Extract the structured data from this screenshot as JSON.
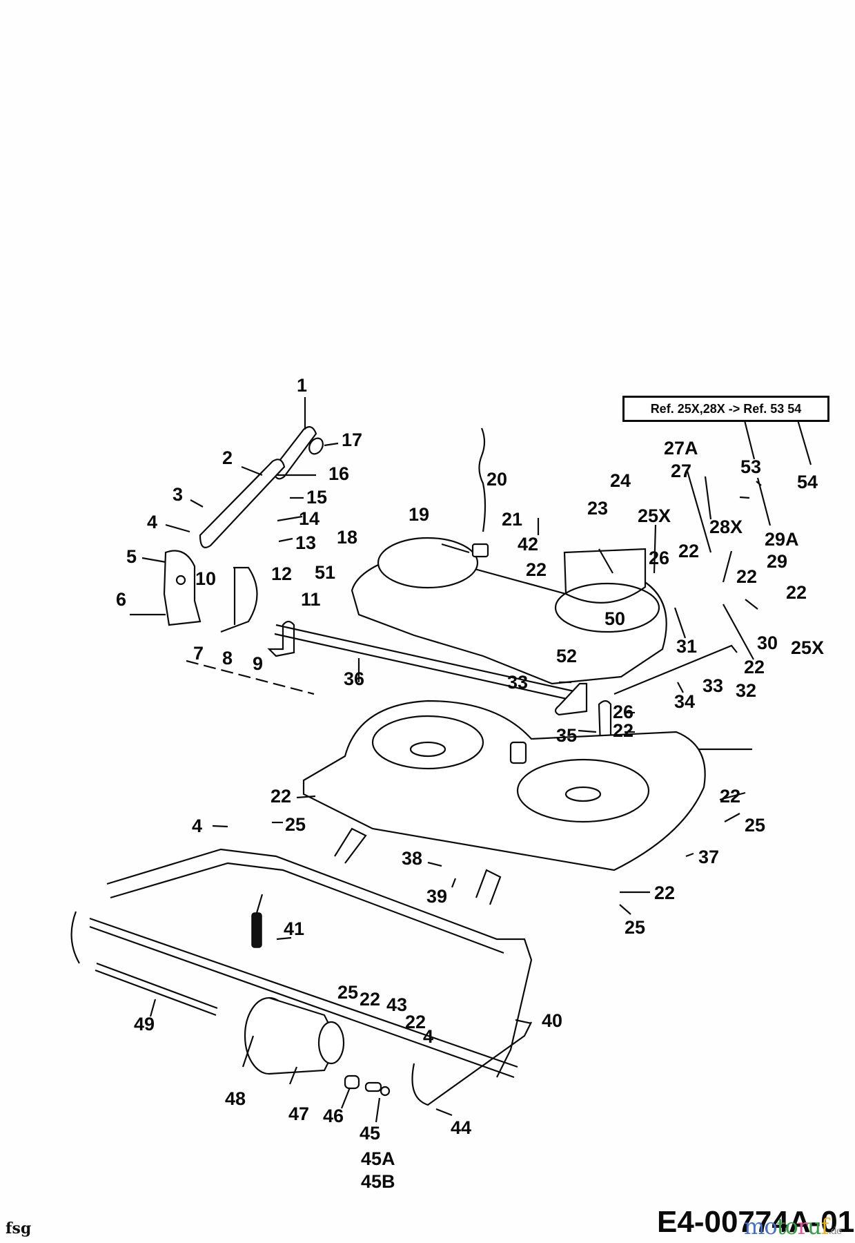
{
  "diagram": {
    "title_code": "E4-00774A-01",
    "author_mark": "fsg",
    "watermark": {
      "letters": [
        {
          "ch": "m",
          "color": "#4a6fc0"
        },
        {
          "ch": "o",
          "color": "#4a6fc0"
        },
        {
          "ch": "t",
          "color": "#3b9a48"
        },
        {
          "ch": "o",
          "color": "#3b9a48"
        },
        {
          "ch": "r",
          "color": "#e05a9a"
        },
        {
          "ch": "u",
          "color": "#3b9a48"
        },
        {
          "ch": "f",
          "color": "#e6b52a"
        }
      ],
      "suffix": ".de"
    },
    "reference_note": "Ref. 25X,28X -> Ref. 53 54",
    "part_labels": [
      {
        "id": "1",
        "text": "1"
      },
      {
        "id": "2",
        "text": "2"
      },
      {
        "id": "3",
        "text": "3"
      },
      {
        "id": "4a",
        "text": "4"
      },
      {
        "id": "5",
        "text": "5"
      },
      {
        "id": "6",
        "text": "6"
      },
      {
        "id": "7",
        "text": "7"
      },
      {
        "id": "8",
        "text": "8"
      },
      {
        "id": "9",
        "text": "9"
      },
      {
        "id": "10",
        "text": "10"
      },
      {
        "id": "11",
        "text": "11"
      },
      {
        "id": "12",
        "text": "12"
      },
      {
        "id": "13",
        "text": "13"
      },
      {
        "id": "14",
        "text": "14"
      },
      {
        "id": "15",
        "text": "15"
      },
      {
        "id": "16",
        "text": "16"
      },
      {
        "id": "17",
        "text": "17"
      },
      {
        "id": "18",
        "text": "18"
      },
      {
        "id": "19",
        "text": "19"
      },
      {
        "id": "20",
        "text": "20"
      },
      {
        "id": "21",
        "text": "21"
      },
      {
        "id": "42",
        "text": "42"
      },
      {
        "id": "22a",
        "text": "22"
      },
      {
        "id": "51",
        "text": "51"
      },
      {
        "id": "23",
        "text": "23"
      },
      {
        "id": "24",
        "text": "24"
      },
      {
        "id": "25Xa",
        "text": "25X"
      },
      {
        "id": "27A",
        "text": "27A"
      },
      {
        "id": "27",
        "text": "27"
      },
      {
        "id": "26a",
        "text": "26"
      },
      {
        "id": "22b",
        "text": "22"
      },
      {
        "id": "28X",
        "text": "28X"
      },
      {
        "id": "29A",
        "text": "29A"
      },
      {
        "id": "29",
        "text": "29"
      },
      {
        "id": "22c",
        "text": "22"
      },
      {
        "id": "22d",
        "text": "22"
      },
      {
        "id": "53",
        "text": "53"
      },
      {
        "id": "54",
        "text": "54"
      },
      {
        "id": "50",
        "text": "50"
      },
      {
        "id": "31",
        "text": "31"
      },
      {
        "id": "30",
        "text": "30"
      },
      {
        "id": "25Xb",
        "text": "25X"
      },
      {
        "id": "22e",
        "text": "22"
      },
      {
        "id": "32",
        "text": "32"
      },
      {
        "id": "33a",
        "text": "33"
      },
      {
        "id": "52",
        "text": "52"
      },
      {
        "id": "36",
        "text": "36"
      },
      {
        "id": "33b",
        "text": "33"
      },
      {
        "id": "34",
        "text": "34"
      },
      {
        "id": "26b",
        "text": "26"
      },
      {
        "id": "35",
        "text": "35"
      },
      {
        "id": "22f",
        "text": "22"
      },
      {
        "id": "22g",
        "text": "22"
      },
      {
        "id": "4b",
        "text": "4"
      },
      {
        "id": "25a",
        "text": "25"
      },
      {
        "id": "22h",
        "text": "22"
      },
      {
        "id": "25b",
        "text": "25"
      },
      {
        "id": "37",
        "text": "37"
      },
      {
        "id": "38",
        "text": "38"
      },
      {
        "id": "39",
        "text": "39"
      },
      {
        "id": "22i",
        "text": "22"
      },
      {
        "id": "25c",
        "text": "25"
      },
      {
        "id": "41",
        "text": "41"
      },
      {
        "id": "40",
        "text": "40"
      },
      {
        "id": "49",
        "text": "49"
      },
      {
        "id": "25d",
        "text": "25"
      },
      {
        "id": "22j",
        "text": "22"
      },
      {
        "id": "43",
        "text": "43"
      },
      {
        "id": "22k",
        "text": "22"
      },
      {
        "id": "4c",
        "text": "4"
      },
      {
        "id": "48",
        "text": "48"
      },
      {
        "id": "47",
        "text": "47"
      },
      {
        "id": "46",
        "text": "46"
      },
      {
        "id": "45",
        "text": "45"
      },
      {
        "id": "45A",
        "text": "45A"
      },
      {
        "id": "45B",
        "text": "45B"
      },
      {
        "id": "44",
        "text": "44"
      }
    ]
  }
}
